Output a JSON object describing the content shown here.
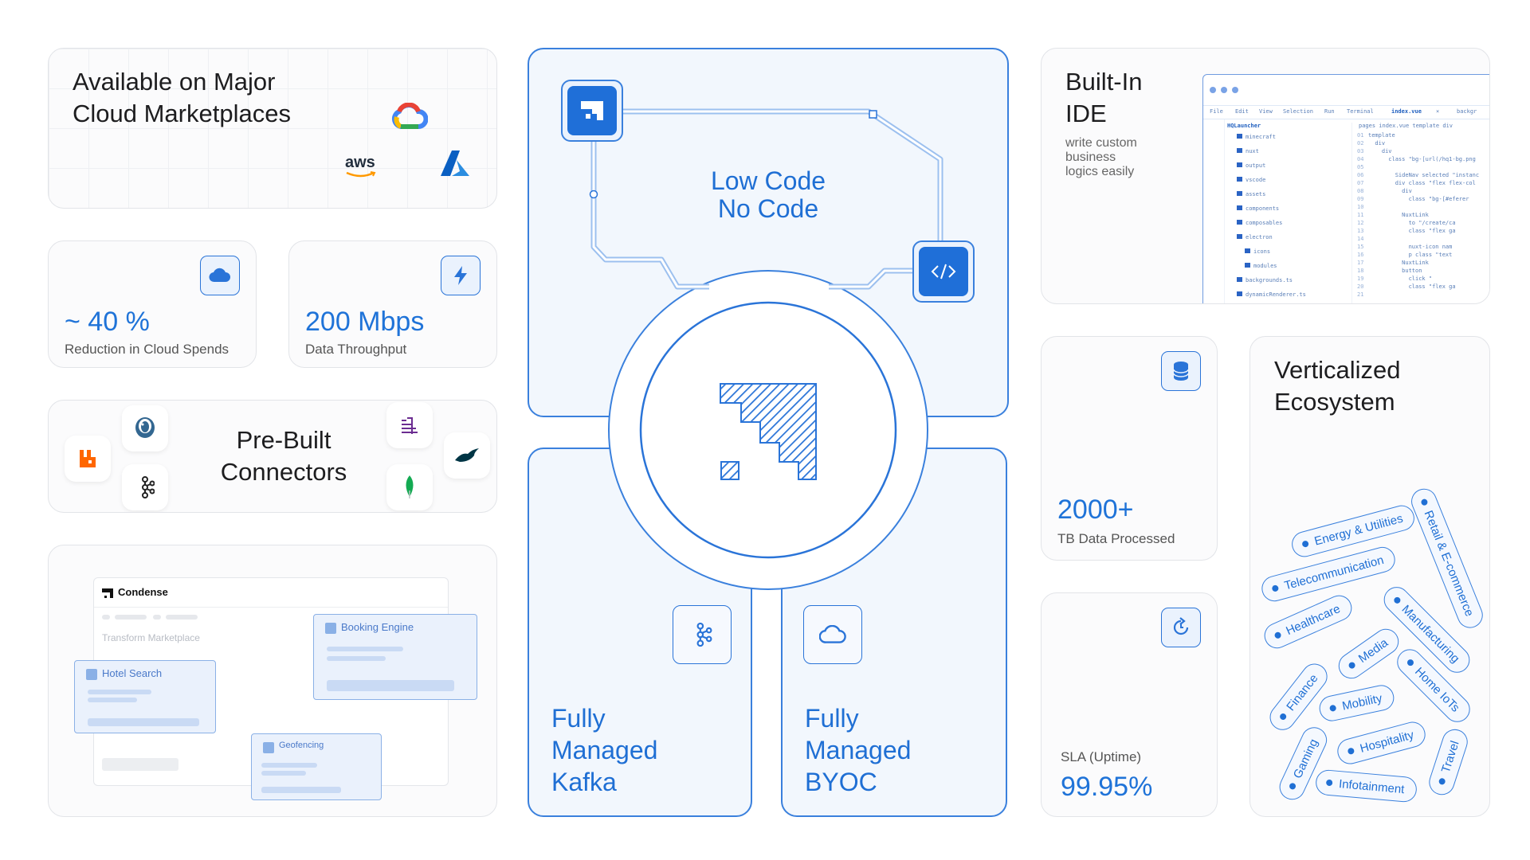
{
  "marketplaces": {
    "title_line1": "Available on Major",
    "title_line2": "Cloud Marketplaces",
    "aws_label": "aws",
    "icons": [
      "google-cloud-icon",
      "aws-icon",
      "azure-icon"
    ]
  },
  "cloud_spend": {
    "value": "~ 40 %",
    "label": "Reduction in Cloud Spends",
    "icon": "cloud-icon"
  },
  "throughput": {
    "value": "200 Mbps",
    "label": "Data Throughput",
    "icon": "lightning-icon"
  },
  "connectors": {
    "title_line1": "Pre-Built",
    "title_line2": "Connectors",
    "icons": [
      "postgresql-icon",
      "rabbitmq-icon",
      "kafka-icon",
      "redis-icon",
      "mariadb-icon",
      "mongodb-icon"
    ]
  },
  "condense_app": {
    "brand": "Condense",
    "section": "Transform Marketplace",
    "cards": [
      "Booking Engine",
      "Hotel Search",
      "Geofencing"
    ]
  },
  "center": {
    "low_code_line1": "Low Code",
    "low_code_line2": "No Code",
    "kafka_line1": "Fully",
    "kafka_line2": "Managed",
    "kafka_line3": "Kafka",
    "byoc_line1": "Fully",
    "byoc_line2": "Managed",
    "byoc_line3": "BYOC"
  },
  "ide": {
    "title_line1": "Built-In",
    "title_line2": "IDE",
    "desc_line1": "write custom",
    "desc_line2": "business",
    "desc_line3": "logics easily",
    "menu": [
      "File",
      "Edit",
      "View",
      "Selection",
      "Run",
      "Terminal"
    ],
    "tab_active": "index.vue",
    "tab_other": "backgr",
    "project": "HQLauncher",
    "folders": [
      "minecraft",
      "nuxt",
      "output",
      "vscode",
      "assets",
      "components",
      "composables",
      "electron",
      "icons",
      "modules",
      "backgrounds.ts",
      "dynamicRenderer.ts"
    ],
    "breadcrumb": "pages  index.vue  template  div",
    "code_lines": [
      "template",
      "  div",
      "    div",
      "      class \"bg-[url(/hq1-bg.png",
      "",
      "        SideNav selected \"instanc",
      "        div class \"flex flex-col",
      "          div",
      "            class \"bg-[#eferer",
      "",
      "          NuxtLink",
      "            to \"/create/ca",
      "            class \"flex ga",
      "",
      "            nuxt-icon nam",
      "            p class \"text",
      "          NuxtLink",
      "          button",
      "            click \"",
      "            class \"flex ga",
      ""
    ]
  },
  "tb_processed": {
    "value": "2000+",
    "label": "TB Data Processed",
    "icon": "database-icon"
  },
  "sla": {
    "label": "SLA (Uptime)",
    "value": "99.95%",
    "icon": "refresh-icon"
  },
  "ecosystem": {
    "title_line1": "Verticalized",
    "title_line2": "Ecosystem",
    "tags": [
      "Energy & Utilities",
      "Retail & E-commerce",
      "Telecommunication",
      "Healthcare",
      "Manufacturing",
      "Media",
      "Finance",
      "Home IoTs",
      "Mobility",
      "Hospitality",
      "Gaming",
      "Travel",
      "Infotainment"
    ]
  }
}
